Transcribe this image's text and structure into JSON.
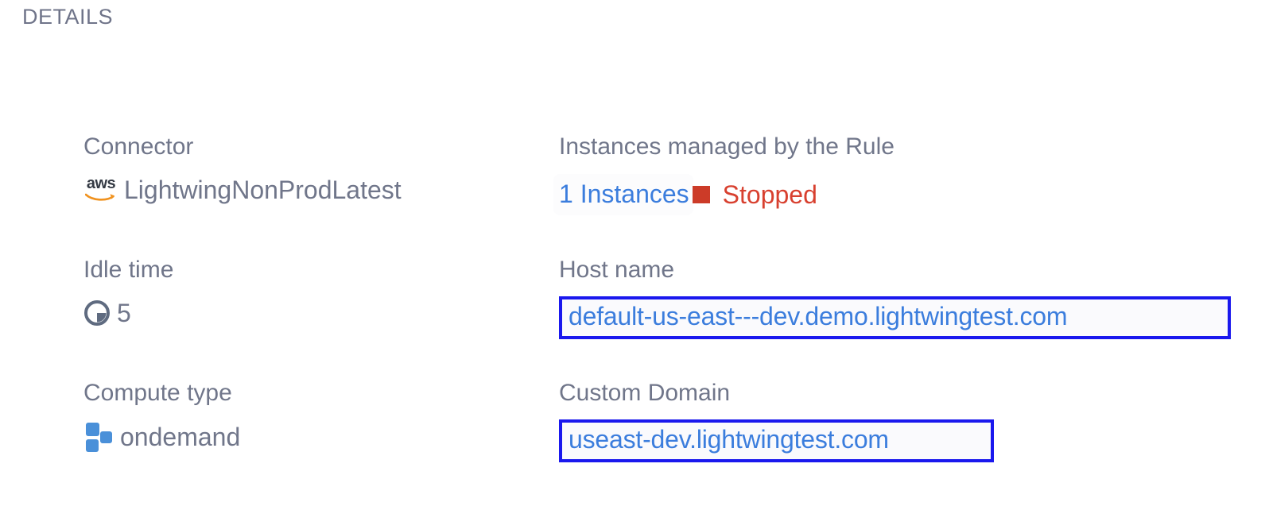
{
  "section": {
    "title": "DETAILS"
  },
  "colors": {
    "label": "#70768a",
    "value": "#70768a",
    "link_blue": "#3b7ddd",
    "box_border_blue": "#1a18ee",
    "status_red": "#d8402f",
    "swatch_red": "#cc3b28",
    "compute_icon_blue": "#4a90d9",
    "aws_orange": "#f0921f",
    "background": "#ffffff"
  },
  "fields": {
    "connector": {
      "label": "Connector",
      "value": "LightwingNonProdLatest",
      "icon": "aws-icon"
    },
    "instances": {
      "label": "Instances managed by the Rule",
      "count_link": "1 Instances",
      "status": "Stopped",
      "status_icon": "stopped-square-icon"
    },
    "idle_time": {
      "label": "Idle time",
      "value": "5",
      "icon": "clock-icon"
    },
    "host_name": {
      "label": "Host name",
      "value": "default-us-east---dev.demo.lightwingtest.com"
    },
    "compute_type": {
      "label": "Compute type",
      "value": "ondemand",
      "icon": "compute-blocks-icon"
    },
    "custom_domain": {
      "label": "Custom Domain",
      "value": "useast-dev.lightwingtest.com"
    }
  }
}
